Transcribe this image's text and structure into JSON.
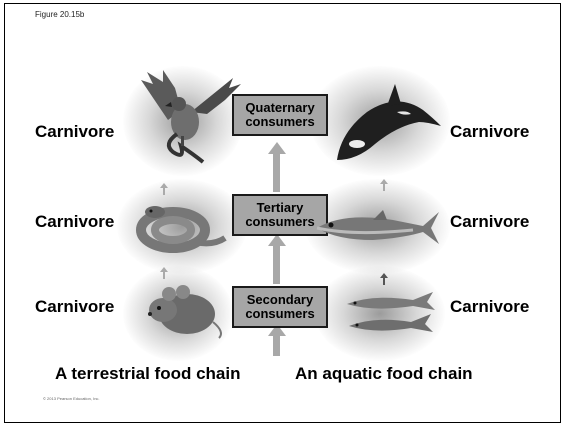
{
  "figure_label": "Figure 20.15b",
  "copyright": "© 2013 Pearson Education, Inc.",
  "levels": [
    {
      "line1": "Quaternary",
      "line2": "consumers"
    },
    {
      "line1": "Tertiary",
      "line2": "consumers"
    },
    {
      "line1": "Secondary",
      "line2": "consumers"
    }
  ],
  "terrestrial": {
    "chain_label": "A terrestrial food chain",
    "rows": [
      {
        "role": "Carnivore",
        "animal": "hawk-icon"
      },
      {
        "role": "Carnivore",
        "animal": "snake-icon"
      },
      {
        "role": "Carnivore",
        "animal": "mouse-icon"
      }
    ]
  },
  "aquatic": {
    "chain_label": "An aquatic food chain",
    "rows": [
      {
        "role": "Carnivore",
        "animal": "killer-whale-icon"
      },
      {
        "role": "Carnivore",
        "animal": "tuna-icon"
      },
      {
        "role": "Carnivore",
        "animal": "small-fish-icon"
      }
    ]
  },
  "colors": {
    "box_fill": "#a6a6a6",
    "arrow": "#a8a8a8"
  }
}
